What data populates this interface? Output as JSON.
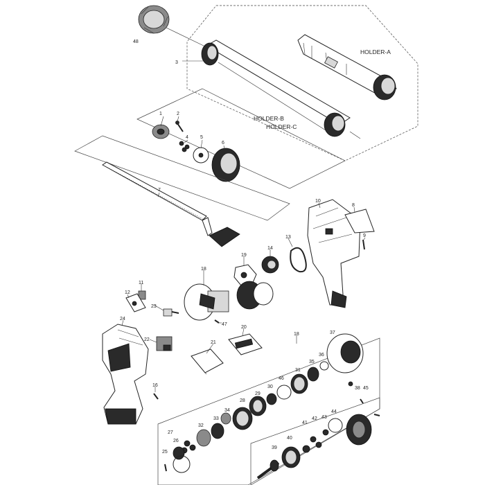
{
  "labels": {
    "holder_a": "HOLDER-A",
    "holder_b": "HOLDER-B",
    "holder_c": "HOLDER-C"
  },
  "callouts": [
    "48",
    "3",
    "1",
    "2",
    "4",
    "5",
    "6",
    "7",
    "10",
    "8",
    "9",
    "13",
    "14",
    "19",
    "18",
    "11",
    "12",
    "23",
    "47",
    "24",
    "22",
    "21",
    "20",
    "16",
    "18",
    "37",
    "36",
    "35",
    "31",
    "46",
    "30",
    "29",
    "28",
    "34",
    "33",
    "32",
    "27",
    "26",
    "25",
    "39",
    "40",
    "41",
    "42",
    "43",
    "44",
    "38",
    "45"
  ]
}
